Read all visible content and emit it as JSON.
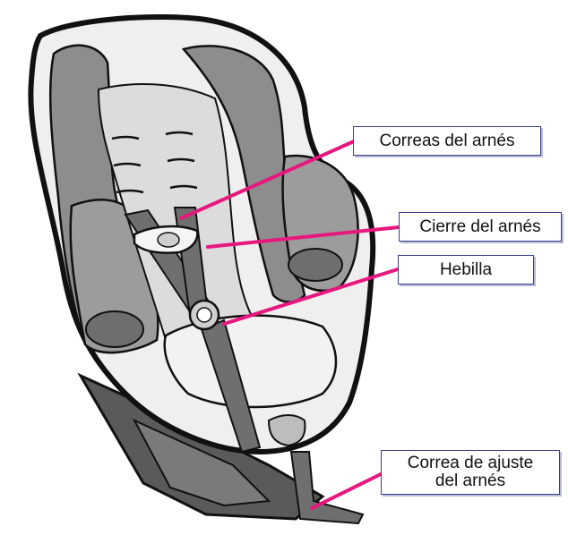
{
  "labels": {
    "harness_straps": "Correas del arnés",
    "chest_clip": "Cierre del arnés",
    "buckle": "Hebilla",
    "adjust_strap_line1": "Correa de ajuste",
    "adjust_strap_line2": "del arnés"
  },
  "colors": {
    "leader_line": "#e8177d",
    "label_border": "#3b3f8c",
    "seat_outline": "#111111",
    "shell_light": "#efefef",
    "padding_dark": "#8d8d8d",
    "padding_mid": "#b5b5b5",
    "padding_light": "#dcdcdc",
    "strap": "#6f6f6f"
  }
}
